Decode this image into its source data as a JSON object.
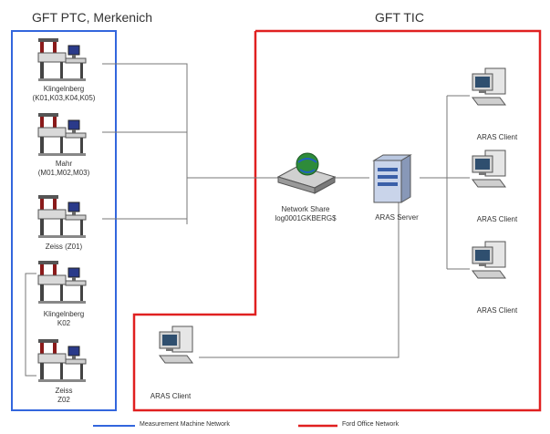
{
  "zones": {
    "left_title": "GFT PTC, Merkenich",
    "right_title": "GFT TIC"
  },
  "machines": [
    {
      "name": "Klingelnberg",
      "sub": "(K01,K03,K04,K05)"
    },
    {
      "name": "Mahr",
      "sub": "(M01,M02,M03)"
    },
    {
      "name": "Zeiss (Z01)",
      "sub": ""
    },
    {
      "name": "Klingelnberg",
      "sub": "K02"
    },
    {
      "name": "Zeiss",
      "sub": "Z02"
    }
  ],
  "network_share": {
    "line1": "Network Share",
    "line2": "log0001GKBERG$"
  },
  "server": {
    "label": "ARAS Server"
  },
  "clients": [
    {
      "label": "ARAS Client"
    },
    {
      "label": "ARAS Client"
    },
    {
      "label": "ARAS Client"
    },
    {
      "label": "ARAS Client"
    }
  ],
  "legend": {
    "measurement": "Measurement Machine Network",
    "office": "Ford Office Network"
  },
  "colors": {
    "measurement_network": "#3366dd",
    "office_network": "#e02020",
    "wire": "#777777"
  }
}
